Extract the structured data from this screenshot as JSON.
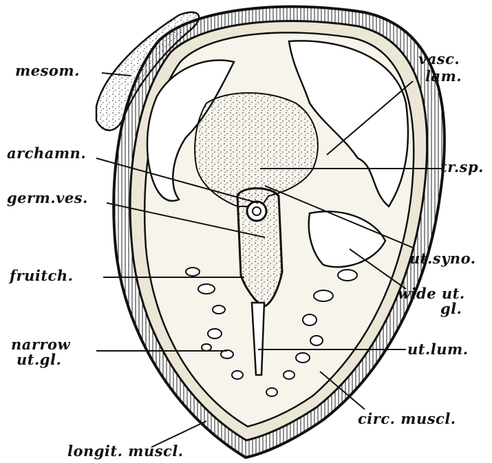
{
  "labels": {
    "mesom": "mesom.",
    "vasc_lam_line1": "vasc.",
    "vasc_lam_line2": "lam.",
    "archamn": "archamn.",
    "tr_sp": "tr.sp.",
    "germ_ves": "germ.ves.",
    "ut_syno": "ut.syno.",
    "fruitch": "fruitch.",
    "wide_ut_gl_line1": "wide ut.",
    "wide_ut_gl_line2": "gl.",
    "narrow_ut_gl_line1": "narrow",
    "narrow_ut_gl_line2": "ut.gl.",
    "ut_lum": "ut.lum.",
    "circ_muscl": "circ. muscl.",
    "longit_muscl": "longit. muscl."
  },
  "colors": {
    "ink": "#111111",
    "tissue": "#f4f1e8",
    "cavity": "#ffffff"
  }
}
